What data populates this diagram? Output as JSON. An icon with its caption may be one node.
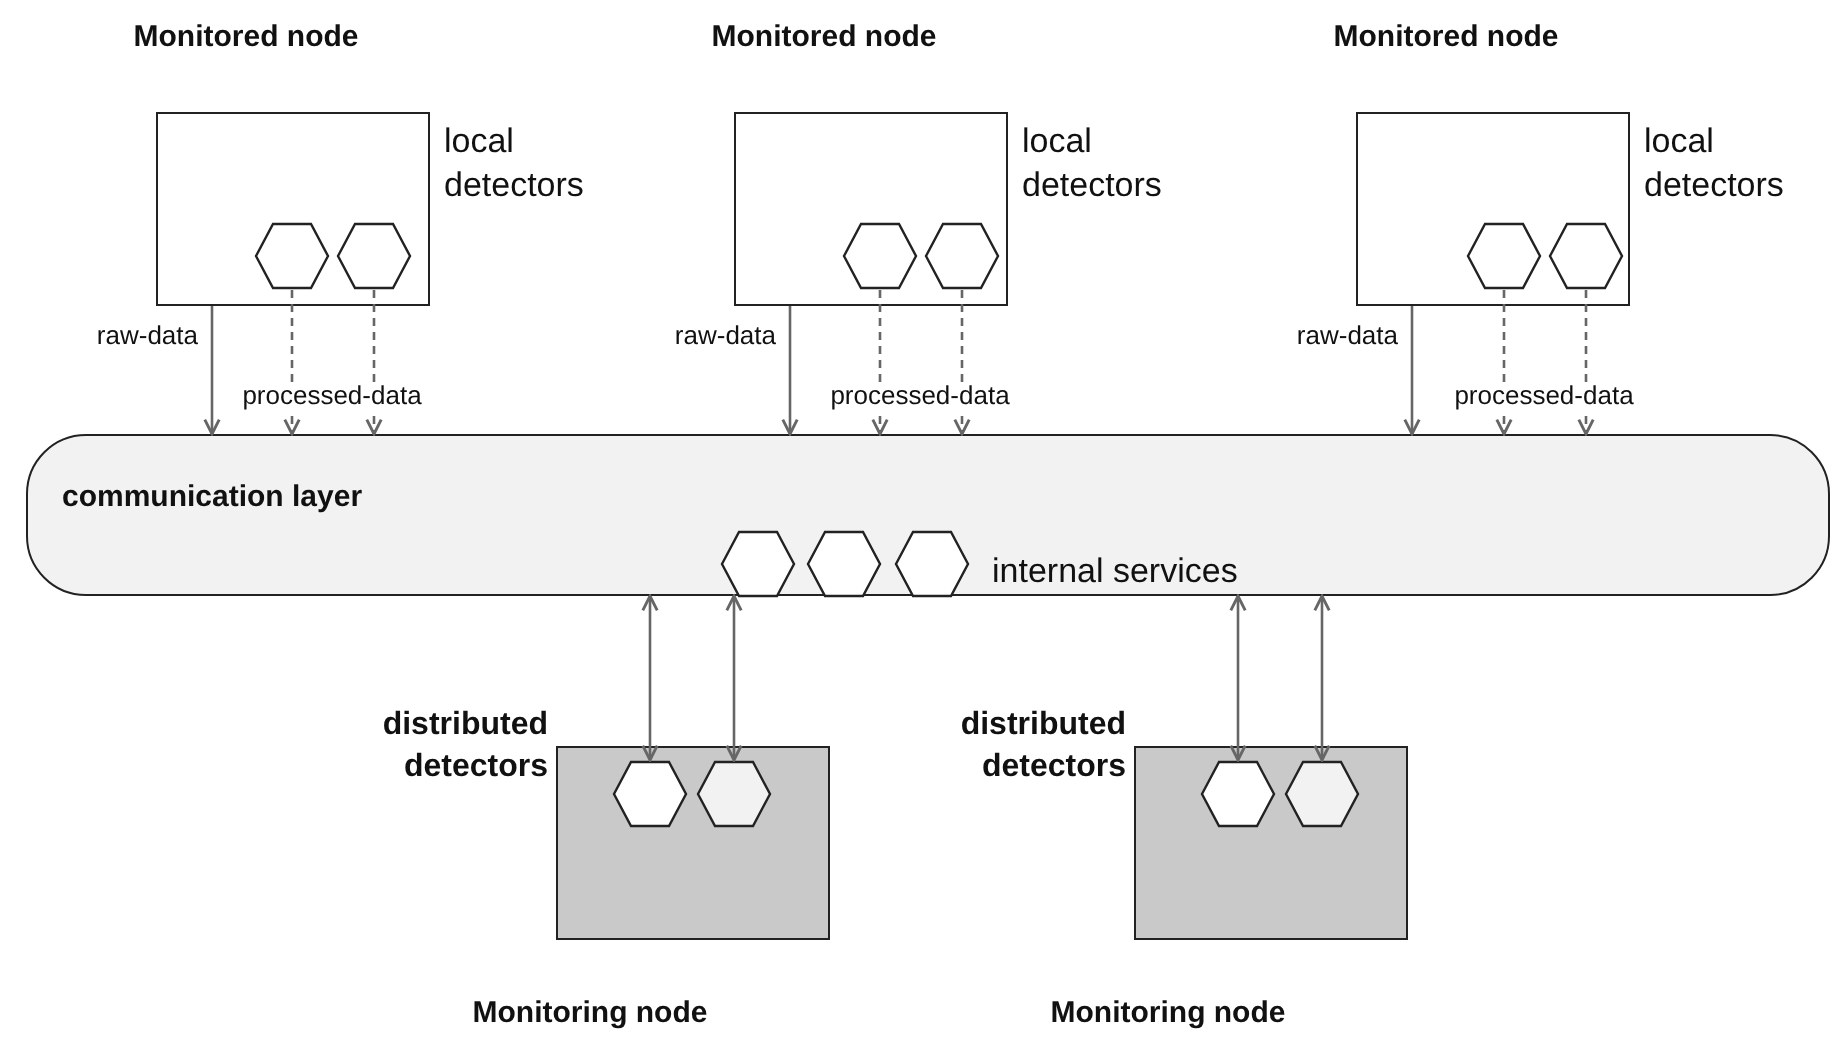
{
  "diagram": {
    "nodes": [
      {
        "text": [
          "Monitored node"
        ],
        "beside": [
          "local detectors"
        ]
      },
      {
        "text": [],
        "shape": "hexagon",
        "in": 0
      },
      {
        "text": [],
        "shape": "hexagon",
        "in": 0
      },
      {
        "text": [
          "Monitored node"
        ],
        "beside": [
          "local detectors"
        ]
      },
      {
        "text": [],
        "shape": "hexagon",
        "in": 3
      },
      {
        "text": [],
        "shape": "hexagon",
        "in": 3
      },
      {
        "text": [
          "Monitored node"
        ],
        "beside": [
          "local detectors"
        ]
      },
      {
        "text": [],
        "shape": "hexagon",
        "in": 6
      },
      {
        "text": [],
        "shape": "hexagon",
        "in": 6
      },
      {
        "text": [
          "communication layer",
          "internal services"
        ]
      },
      {
        "text": [],
        "shape": "hexagon",
        "in": 9
      },
      {
        "text": [],
        "shape": "hexagon",
        "in": 9
      },
      {
        "text": [],
        "shape": "hexagon",
        "in": 9
      },
      {
        "text": [
          "Monitoring node"
        ],
        "beside": [
          "distributed detectors"
        ]
      },
      {
        "text": [],
        "shape": "hexagon",
        "in": 13
      },
      {
        "text": [],
        "shape": "hexagon",
        "in": 13
      },
      {
        "text": [
          "Monitoring node"
        ],
        "beside": [
          "distributed detectors"
        ]
      },
      {
        "text": [],
        "shape": "hexagon",
        "in": 16
      },
      {
        "text": [],
        "shape": "hexagon",
        "in": 16
      }
    ],
    "edges": [
      {
        "from": 0,
        "to": 9,
        "arrow": "to",
        "label": "raw-data"
      },
      {
        "from": 1,
        "to": 9,
        "arrow": "to",
        "style": "dashed",
        "label": "processed-data"
      },
      {
        "from": 2,
        "to": 9,
        "arrow": "to",
        "style": "dashed"
      },
      {
        "from": 3,
        "to": 9,
        "arrow": "to",
        "label": "raw-data"
      },
      {
        "from": 4,
        "to": 9,
        "arrow": "to",
        "style": "dashed",
        "label": "processed-data"
      },
      {
        "from": 5,
        "to": 9,
        "arrow": "to",
        "style": "dashed"
      },
      {
        "from": 6,
        "to": 9,
        "arrow": "to",
        "label": "raw-data"
      },
      {
        "from": 7,
        "to": 9,
        "arrow": "to",
        "style": "dashed",
        "label": "processed-data"
      },
      {
        "from": 8,
        "to": 9,
        "arrow": "to",
        "style": "dashed"
      },
      {
        "from": 14,
        "to": 9,
        "arrow": "both"
      },
      {
        "from": 15,
        "to": 9,
        "arrow": "both"
      },
      {
        "from": 17,
        "to": 9,
        "arrow": "both"
      },
      {
        "from": 18,
        "to": 9,
        "arrow": "both"
      }
    ]
  }
}
